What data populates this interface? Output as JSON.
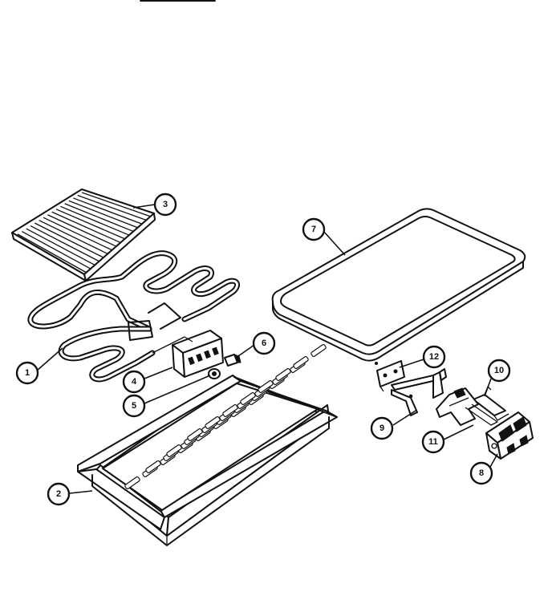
{
  "colors": {
    "ink": "#111111",
    "paper": "#ffffff"
  },
  "callouts": {
    "grill_grate": "3",
    "heating_element": "1",
    "terminal_block": "4",
    "nut": "5",
    "clip": "6",
    "griddle": "7",
    "drip_pan": "2",
    "bracket": "12",
    "support_bracket": "9",
    "connector": "10",
    "receptacle_clip": "11",
    "receptacle": "8"
  }
}
